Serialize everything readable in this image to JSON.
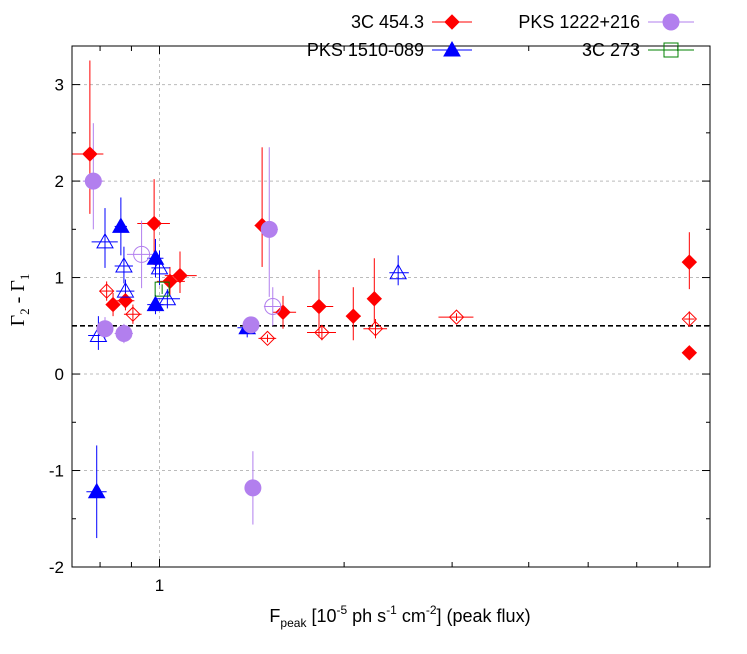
{
  "chart_data": {
    "type": "scatter",
    "xlabel": {
      "main": "F",
      "sub": "peak",
      "open": " [10",
      "exp1": "-5",
      "mid1": " ph s",
      "exp2": "-1",
      "mid2": " cm",
      "exp3": "-2",
      "close": "] (peak flux)"
    },
    "ylabel": {
      "g1": "Γ",
      "s1": "2",
      "dash": " - ",
      "g2": "Γ",
      "s2": "1"
    },
    "x_scale": "log",
    "xlim": [
      0.72,
      7.9
    ],
    "ylim": [
      -2,
      3.4
    ],
    "x_tick_labels": [
      "1"
    ],
    "y_ticks": [
      -2,
      -1,
      0,
      1,
      2,
      3
    ],
    "y_tick_labels": [
      "-2",
      "-1",
      "0",
      "1",
      "2",
      "3"
    ],
    "grid": true,
    "legend_position": "top-right",
    "reference_line": {
      "y": 0.5,
      "style": "dashed",
      "color": "#000000"
    },
    "series": [
      {
        "name": "3C 454.3",
        "color": "#ff0000",
        "marker": "diamond",
        "points": [
          {
            "x": 0.77,
            "y": 2.28,
            "xerr": [
              0.05,
              0.04
            ],
            "yerr": [
              0.62,
              0.97
            ],
            "filled": true
          },
          {
            "x": 0.84,
            "y": 0.72,
            "xerr": [
              0.02,
              0.02
            ],
            "yerr": [
              0.12,
              0.12
            ],
            "filled": true
          },
          {
            "x": 0.88,
            "y": 0.76,
            "xerr": [
              0.03,
              0.03
            ],
            "yerr": [
              0.1,
              0.1
            ],
            "filled": true
          },
          {
            "x": 0.98,
            "y": 1.56,
            "xerr": [
              0.06,
              0.06
            ],
            "yerr": [
              0.43,
              0.46
            ],
            "filled": true
          },
          {
            "x": 1.04,
            "y": 0.96,
            "xerr": [
              0.05,
              0.06
            ],
            "yerr": [
              0.15,
              0.15
            ],
            "filled": true
          },
          {
            "x": 1.08,
            "y": 1.02,
            "xerr": [
              0.06,
              0.07
            ],
            "yerr": [
              0.18,
              0.25
            ],
            "filled": true
          },
          {
            "x": 1.47,
            "y": 1.54,
            "xerr": [
              0.04,
              0.04
            ],
            "yerr": [
              0.43,
              0.81
            ],
            "filled": true
          },
          {
            "x": 1.59,
            "y": 0.64,
            "xerr": [
              0.06,
              0.08
            ],
            "yerr": [
              0.17,
              0.17
            ],
            "filled": true
          },
          {
            "x": 1.82,
            "y": 0.7,
            "xerr": [
              0.08,
              0.1
            ],
            "yerr": [
              0.32,
              0.38
            ],
            "filled": true
          },
          {
            "x": 2.07,
            "y": 0.6,
            "xerr": [
              0.05,
              0.06
            ],
            "yerr": [
              0.25,
              0.3
            ],
            "filled": true
          },
          {
            "x": 2.24,
            "y": 0.78,
            "xerr": [
              0.04,
              0.04
            ],
            "yerr": [
              0.25,
              0.42
            ],
            "filled": true
          },
          {
            "x": 7.31,
            "y": 1.16,
            "xerr": [
              0,
              0
            ],
            "yerr": [
              0.28,
              0.31
            ],
            "filled": true
          },
          {
            "x": 7.31,
            "y": 0.22,
            "xerr": [
              0,
              0
            ],
            "yerr": [
              0,
              0
            ],
            "filled": true
          },
          {
            "x": 0.82,
            "y": 0.86,
            "xerr": [
              0.02,
              0.02
            ],
            "yerr": [
              0.1,
              0.1
            ],
            "filled": false
          },
          {
            "x": 0.905,
            "y": 0.62,
            "xerr": [
              0.03,
              0.03
            ],
            "yerr": [
              0.1,
              0.1
            ],
            "filled": false
          },
          {
            "x": 1.5,
            "y": 0.37,
            "xerr": [
              0.05,
              0.05
            ],
            "yerr": [
              0.04,
              0.04
            ],
            "filled": false
          },
          {
            "x": 1.84,
            "y": 0.43,
            "xerr": [
              0.1,
              0.1
            ],
            "yerr": [
              0.08,
              0.08
            ],
            "filled": false
          },
          {
            "x": 2.25,
            "y": 0.47,
            "xerr": [
              0.1,
              0.1
            ],
            "yerr": [
              0.1,
              0.1
            ],
            "filled": false
          },
          {
            "x": 3.05,
            "y": 0.59,
            "xerr": [
              0.2,
              0.2
            ],
            "yerr": [
              0.04,
              0.04
            ],
            "filled": false
          },
          {
            "x": 7.31,
            "y": 0.57,
            "xerr": [
              0.15,
              0.15
            ],
            "yerr": [
              0.08,
              0.08
            ],
            "filled": false
          }
        ]
      },
      {
        "name": "PKS 1510-089",
        "color": "#0000ff",
        "marker": "triangle",
        "points": [
          {
            "x": 0.79,
            "y": -1.22,
            "xerr": [
              0.03,
              0.03
            ],
            "yerr": [
              0.48,
              0.48
            ],
            "filled": true
          },
          {
            "x": 0.865,
            "y": 1.53,
            "xerr": [
              0.02,
              0.02
            ],
            "yerr": [
              0.3,
              0.3
            ],
            "filled": true
          },
          {
            "x": 0.985,
            "y": 1.2,
            "xerr": [
              0.03,
              0.03
            ],
            "yerr": [
              0.2,
              0.2
            ],
            "filled": true
          },
          {
            "x": 0.985,
            "y": 0.72,
            "xerr": [
              0.03,
              0.03
            ],
            "yerr": [
              0.1,
              0.1
            ],
            "filled": true
          },
          {
            "x": 1.39,
            "y": 0.48,
            "xerr": [
              0.05,
              0.05
            ],
            "yerr": [
              0.1,
              0.1
            ],
            "filled": true
          },
          {
            "x": 0.815,
            "y": 1.37,
            "xerr": [
              0.04,
              0.04
            ],
            "yerr": [
              0.27,
              0.35
            ],
            "filled": false
          },
          {
            "x": 0.795,
            "y": 0.4,
            "xerr": [
              0.03,
              0.03
            ],
            "yerr": [
              0.15,
              0.2
            ],
            "filled": false
          },
          {
            "x": 0.875,
            "y": 1.12,
            "xerr": [
              0.03,
              0.03
            ],
            "yerr": [
              0.18,
              0.2
            ],
            "filled": false
          },
          {
            "x": 0.88,
            "y": 0.86,
            "xerr": [
              0.03,
              0.03
            ],
            "yerr": [
              0.12,
              0.12
            ],
            "filled": false
          },
          {
            "x": 1.0,
            "y": 1.1,
            "xerr": [
              0.03,
              0.04
            ],
            "yerr": [
              0.18,
              0.18
            ],
            "filled": false
          },
          {
            "x": 1.03,
            "y": 0.78,
            "xerr": [
              0.04,
              0.05
            ],
            "yerr": [
              0.1,
              0.1
            ],
            "filled": false
          },
          {
            "x": 2.45,
            "y": 1.05,
            "xerr": [
              0.08,
              0.1
            ],
            "yerr": [
              0.13,
              0.18
            ],
            "filled": false
          }
        ]
      },
      {
        "name": "PKS 1222+216",
        "color": "#b27fee",
        "marker": "circle",
        "points": [
          {
            "x": 0.78,
            "y": 2.0,
            "xerr": [
              0.03,
              0.03
            ],
            "yerr": [
              0.5,
              0.6
            ],
            "filled": true
          },
          {
            "x": 0.815,
            "y": 0.47,
            "xerr": [
              0.02,
              0.02
            ],
            "yerr": [
              0.12,
              0.12
            ],
            "filled": true
          },
          {
            "x": 0.875,
            "y": 0.42,
            "xerr": [
              0.03,
              0.03
            ],
            "yerr": [
              0.1,
              0.1
            ],
            "filled": true
          },
          {
            "x": 1.41,
            "y": 0.51,
            "xerr": [
              0.02,
              0.02
            ],
            "yerr": [
              0.05,
              0.05
            ],
            "filled": true
          },
          {
            "x": 1.42,
            "y": -1.18,
            "xerr": [
              0.04,
              0.04
            ],
            "yerr": [
              0.38,
              0.38
            ],
            "filled": true
          },
          {
            "x": 1.51,
            "y": 1.5,
            "xerr": [
              0.05,
              0.05
            ],
            "yerr": [
              0.7,
              0.85
            ],
            "filled": true
          },
          {
            "x": 0.935,
            "y": 1.24,
            "xerr": [
              0.05,
              0.05
            ],
            "yerr": [
              0.35,
              0.35
            ],
            "filled": false
          },
          {
            "x": 1.53,
            "y": 0.7,
            "xerr": [
              0.05,
              0.05
            ],
            "yerr": [
              0.2,
              0.2
            ],
            "filled": false
          }
        ]
      },
      {
        "name": "3C 273",
        "color": "#008000",
        "marker": "square",
        "points": [
          {
            "x": 1.01,
            "y": 0.88,
            "xerr": [
              0,
              0
            ],
            "yerr": [
              0.05,
              0.05
            ],
            "filled": false
          }
        ]
      }
    ]
  }
}
